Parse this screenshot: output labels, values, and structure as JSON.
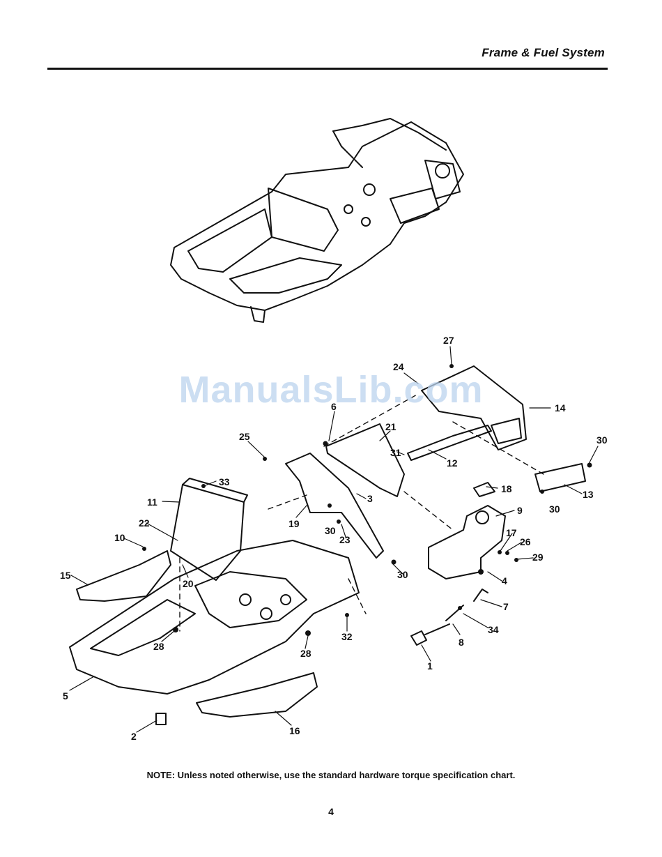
{
  "header": {
    "title": "Frame & Fuel System"
  },
  "watermark": {
    "text": "ManualsLib.com"
  },
  "note": {
    "text": "NOTE: Unless noted otherwise, use the standard hardware torque specification chart."
  },
  "page": {
    "number": "4"
  },
  "callouts": [
    "27",
    "24",
    "14",
    "6",
    "21",
    "31",
    "12",
    "25",
    "30",
    "13",
    "18",
    "9",
    "33",
    "11",
    "3",
    "19",
    "30",
    "23",
    "22",
    "10",
    "17",
    "26",
    "29",
    "20",
    "15",
    "30",
    "4",
    "7",
    "32",
    "28",
    "28",
    "34",
    "8",
    "1",
    "5",
    "2",
    "16",
    "30"
  ]
}
